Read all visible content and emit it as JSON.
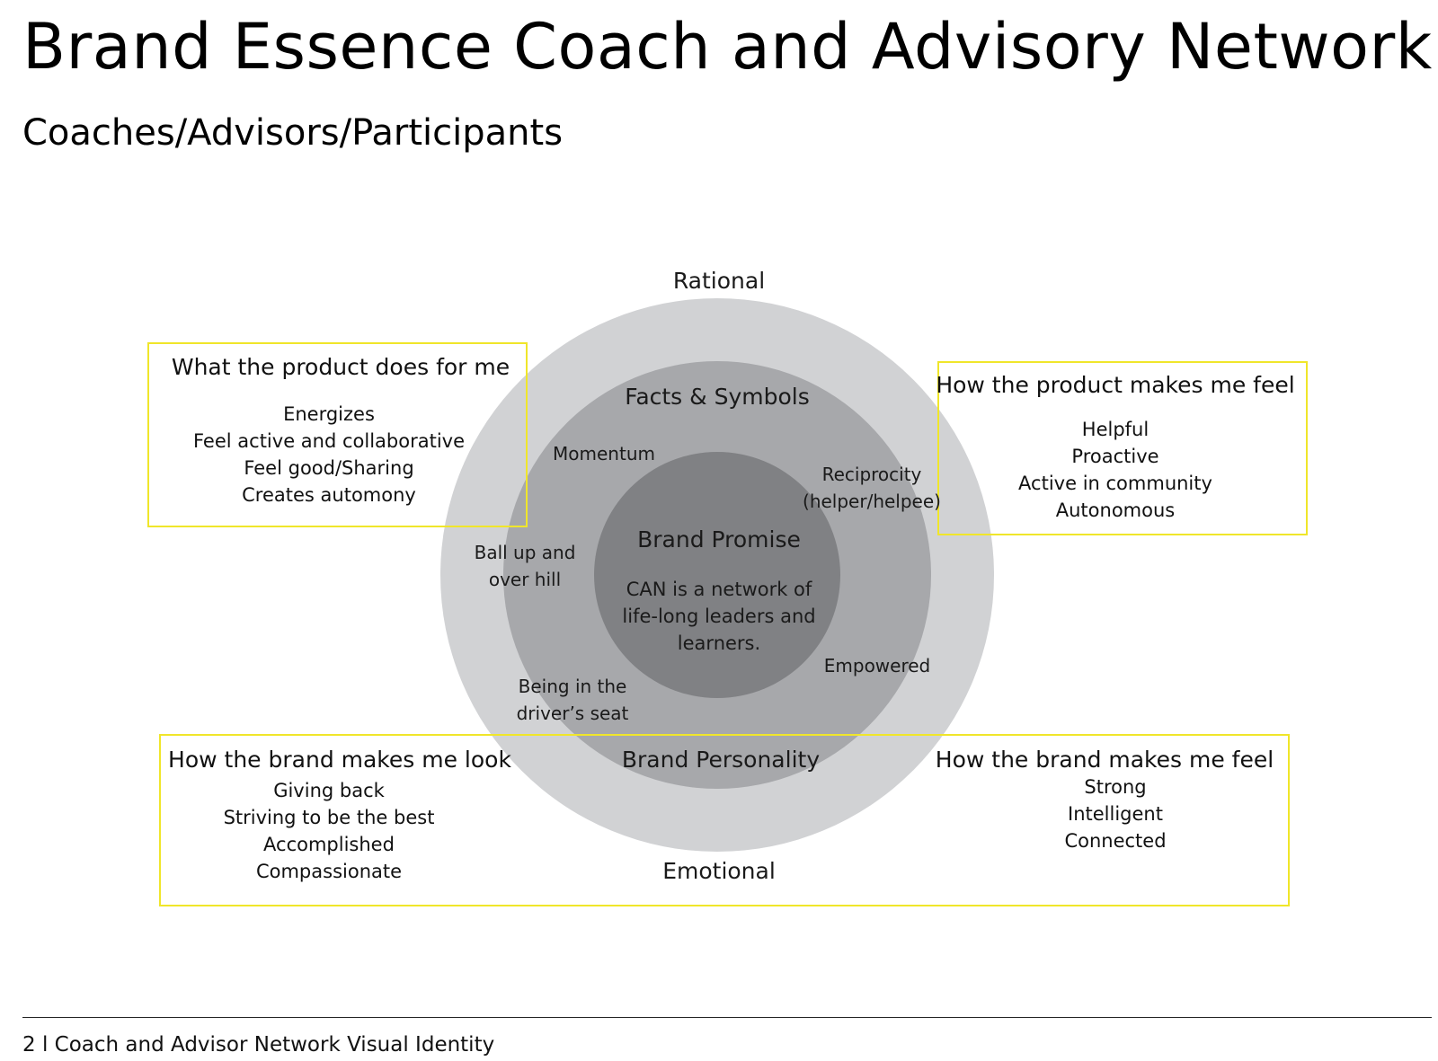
{
  "page": {
    "title": "Brand Essence Coach and Advisory Network",
    "subtitle": "Coaches/Advisors/Participants",
    "footer": "2 l Coach and Advisor Network Visual Identity"
  },
  "colors": {
    "outer_ring": "#d1d2d4",
    "middle_ring": "#a7a8ab",
    "inner_circle": "#808184",
    "box_border": "#f0e62a"
  },
  "circles": {
    "top_label": "Rational",
    "bottom_label": "Emotional",
    "middle_top_label": "Facts & Symbols",
    "middle_bottom_label": "Brand Personality",
    "inner_title": "Brand Promise",
    "inner_text": [
      "CAN is a network of",
      "life-long leaders and",
      "learners."
    ],
    "ring_words": {
      "momentum": "Momentum",
      "reciprocity": [
        "Reciprocity",
        "(helper/helpee)"
      ],
      "ball": [
        "Ball up and",
        "over hill"
      ],
      "empowered": "Empowered",
      "drivers_seat": [
        "Being in the",
        "driver’s seat"
      ]
    }
  },
  "boxes": {
    "product_does": {
      "heading": "What the product does for me",
      "items": [
        "Energizes",
        "Feel active and collaborative",
        "Feel good/Sharing",
        "Creates automony"
      ]
    },
    "product_feel": {
      "heading": "How the product makes me feel",
      "items": [
        "Helpful",
        "Proactive",
        "Active in community",
        "Autonomous"
      ]
    },
    "brand_look": {
      "heading": "How the brand makes me look",
      "items": [
        "Giving back",
        "Striving to be the best",
        "Accomplished",
        "Compassionate"
      ]
    },
    "brand_feel": {
      "heading": "How the brand makes me feel",
      "items": [
        "Strong",
        "Intelligent",
        "Connected"
      ]
    }
  }
}
